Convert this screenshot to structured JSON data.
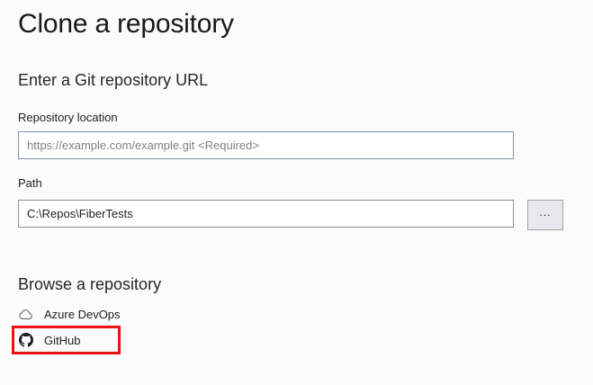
{
  "page": {
    "title": "Clone a repository",
    "section_url": {
      "heading": "Enter a Git repository URL",
      "repository_location_label": "Repository location",
      "repository_location_placeholder": "https://example.com/example.git <Required>",
      "path_label": "Path",
      "path_value": "C:\\Repos\\FiberTests",
      "browse_button_label": "..."
    },
    "section_browse": {
      "heading": "Browse a repository",
      "items": [
        {
          "label": "Azure DevOps",
          "icon": "azure-devops-cloud-icon",
          "highlighted": false
        },
        {
          "label": "GitHub",
          "icon": "github-icon",
          "highlighted": true
        }
      ]
    },
    "colors": {
      "background": "#fbfbfb",
      "highlight_red": "#ee1111",
      "input_border": "#8591a2",
      "button_bg": "#e9e9ed",
      "button_border": "#a2a2a2",
      "placeholder_text": "#7f7f7f"
    }
  }
}
